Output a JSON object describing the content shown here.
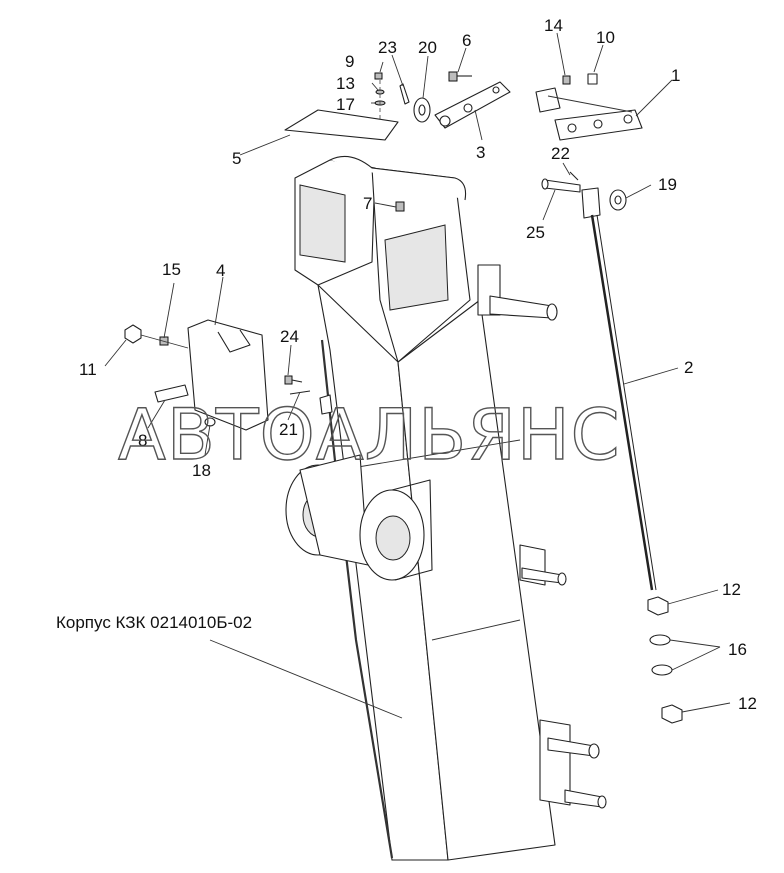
{
  "caption": "Корпус КЗК 0214010Б-02",
  "watermark": "АВТОАЛЬЯНС",
  "part_numbers": {
    "p1": "1",
    "p2": "2",
    "p3": "3",
    "p4": "4",
    "p5": "5",
    "p6": "6",
    "p7": "7",
    "p8": "8",
    "p9": "9",
    "p10": "10",
    "p11": "11",
    "p12a": "12",
    "p12b": "12",
    "p13": "13",
    "p14": "14",
    "p15": "15",
    "p16": "16",
    "p17": "17",
    "p18": "18",
    "p19": "19",
    "p20": "20",
    "p21": "21",
    "p22": "22",
    "p23": "23",
    "p24": "24",
    "p25": "25"
  }
}
